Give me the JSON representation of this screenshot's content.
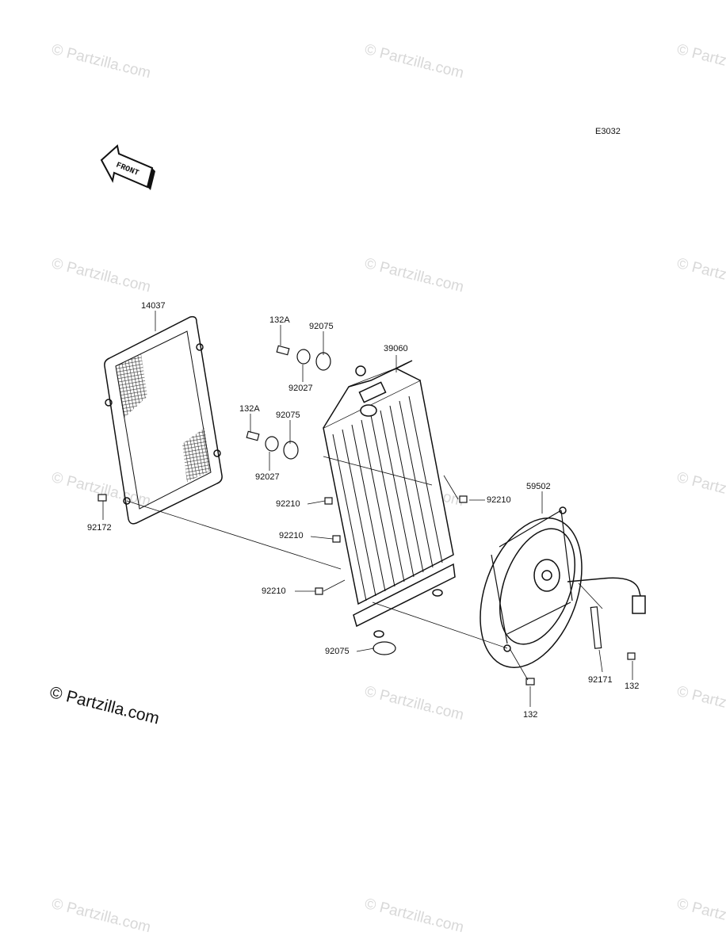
{
  "diagram_code": "E3032",
  "front_arrow_label": "FRONT",
  "watermark_text": "© Partzilla.com",
  "main_watermark": "© Partzilla.com",
  "parts": {
    "guard": "14037",
    "bolt_132a_top": "132A",
    "collar_92075_top": "92075",
    "collar_92027_top": "92027",
    "radiator": "39060",
    "bolt_132a_mid": "132A",
    "collar_92075_mid": "92075",
    "collar_92027_mid": "92027",
    "nut_92210_a": "92210",
    "nut_92210_right": "92210",
    "nut_92210_b": "92210",
    "nut_92210_c": "92210",
    "bolt_92172": "92172",
    "fan": "59502",
    "collar_92075_bottom": "92075",
    "bolt_132_bottom": "132",
    "band_92171": "92171",
    "bolt_132_right": "132"
  }
}
